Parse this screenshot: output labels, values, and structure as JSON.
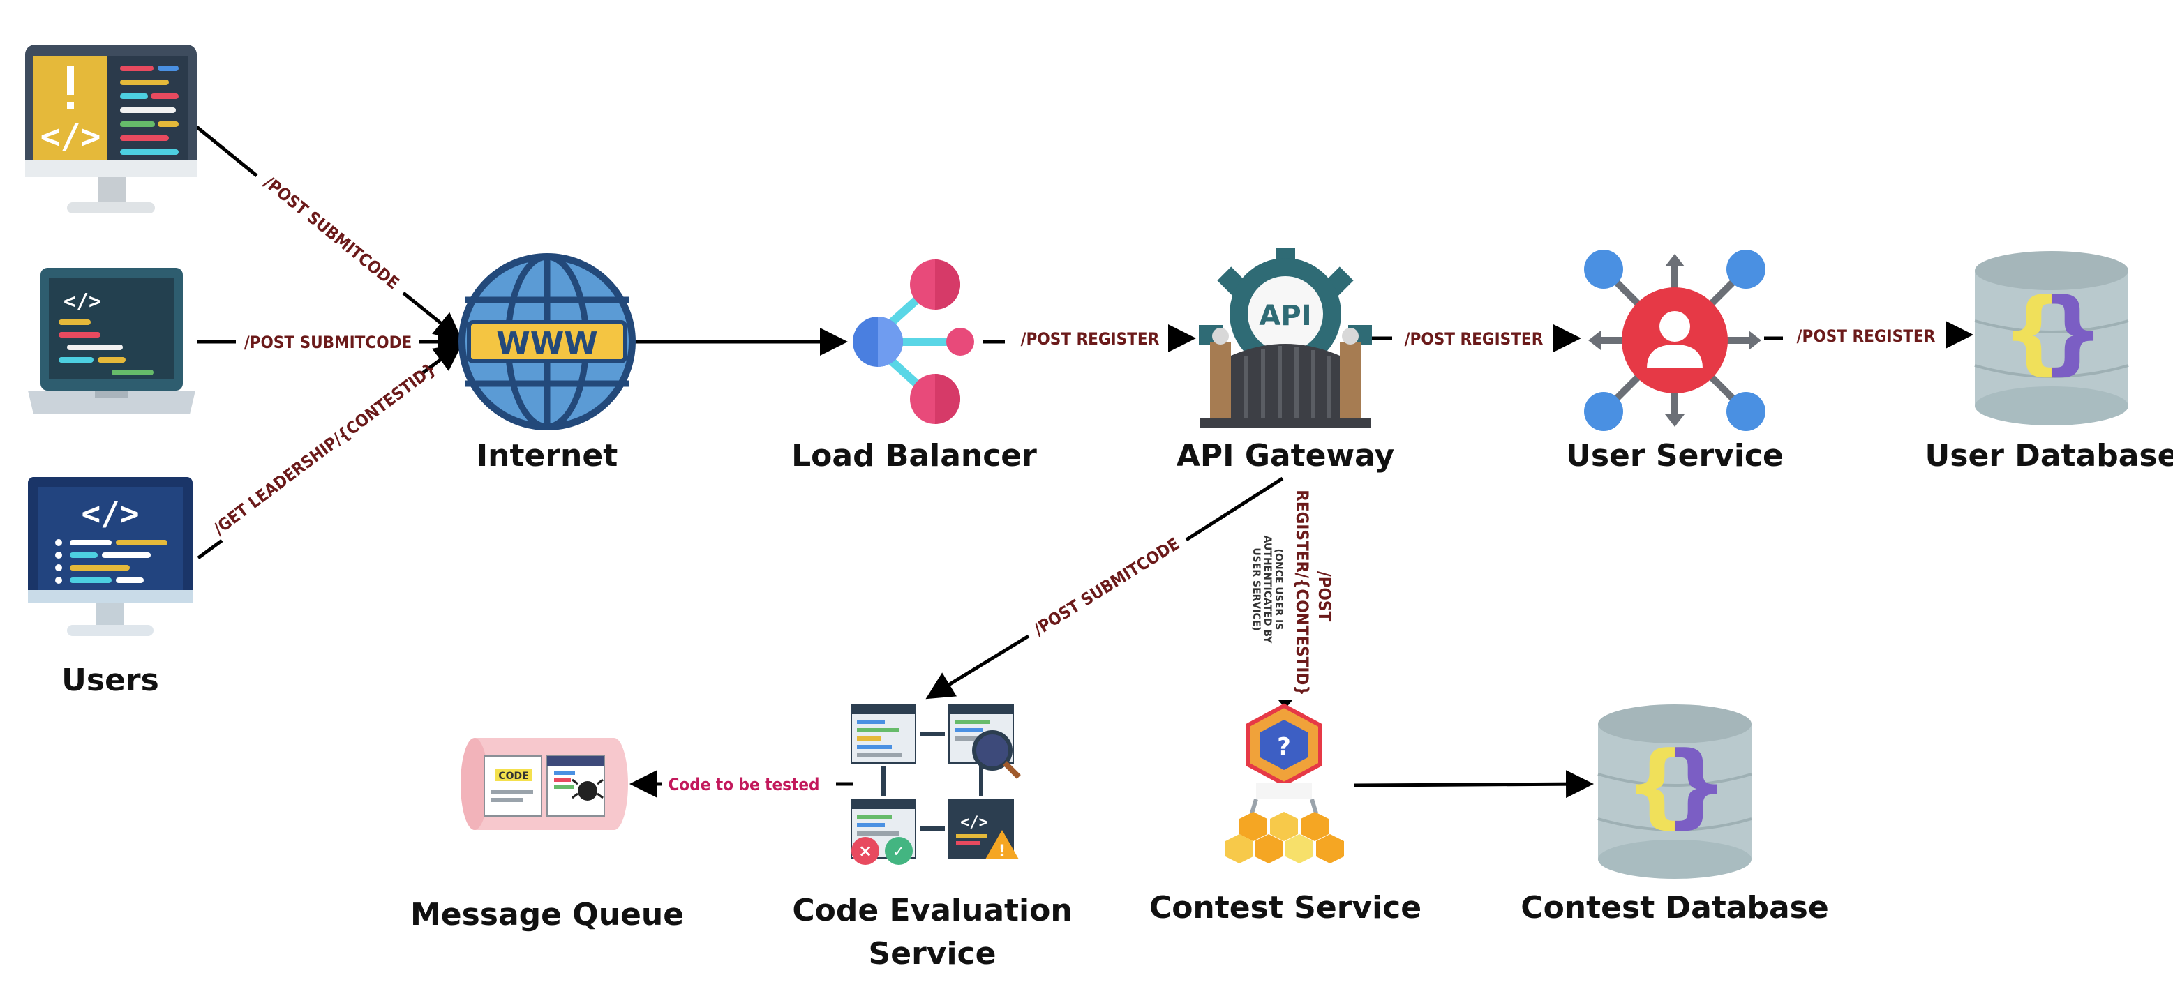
{
  "nodes": {
    "users": "Users",
    "internet": "Internet",
    "load_balancer": "Load Balancer",
    "api_gateway": "API Gateway",
    "user_service": "User Service",
    "user_database": "User Database",
    "message_queue": "Message Queue",
    "code_evaluation_line1": "Code Evaluation",
    "code_evaluation_line2": "Service",
    "contest_service": "Contest Service",
    "contest_database": "Contest Database"
  },
  "edges": {
    "user1_internet": "/POST SUBMITCODE",
    "user2_internet": "/POST SUBMITCODE",
    "user3_internet": "/GET LEADERSHIP/{CONTESTID}",
    "lb_gateway": "/POST REGISTER",
    "gateway_userservice": "/POST REGISTER",
    "userservice_db": "/POST REGISTER",
    "gateway_codeeval": "/POST SUBMITCODE",
    "gateway_contest_line1": "/POST",
    "gateway_contest_line2": "REGISTER/{CONTESTID}",
    "gateway_contest_note1": "(ONCE USER IS",
    "gateway_contest_note2": "AUTHENTICATED BY",
    "gateway_contest_note3": "USER SERVICE)",
    "codeeval_queue": "Code to be tested"
  },
  "icons": {
    "user_monitor": "monitor-code-icon",
    "user_laptop": "laptop-code-icon",
    "user_desktop": "desktop-code-icon",
    "internet": "globe-www-icon",
    "load_balancer": "load-balancer-nodes-icon",
    "api_gateway": "api-gear-gate-icon",
    "user_service": "user-hub-icon",
    "database": "database-braces-icon",
    "message_queue": "message-queue-icon",
    "code_evaluation": "code-evaluation-icon",
    "contest_service": "contest-hexagon-icon"
  },
  "icon_texts": {
    "www": "WWW",
    "api": "API",
    "code": "CODE"
  },
  "colors": {
    "edge_label": "#6b1a1a",
    "queue_label": "#c2185b",
    "globe_blue": "#2b5c8f",
    "lb_pink": "#e84a7a",
    "lb_blue": "#4a90e2",
    "user_red": "#e63946",
    "db_grey": "#b9c9cd"
  }
}
